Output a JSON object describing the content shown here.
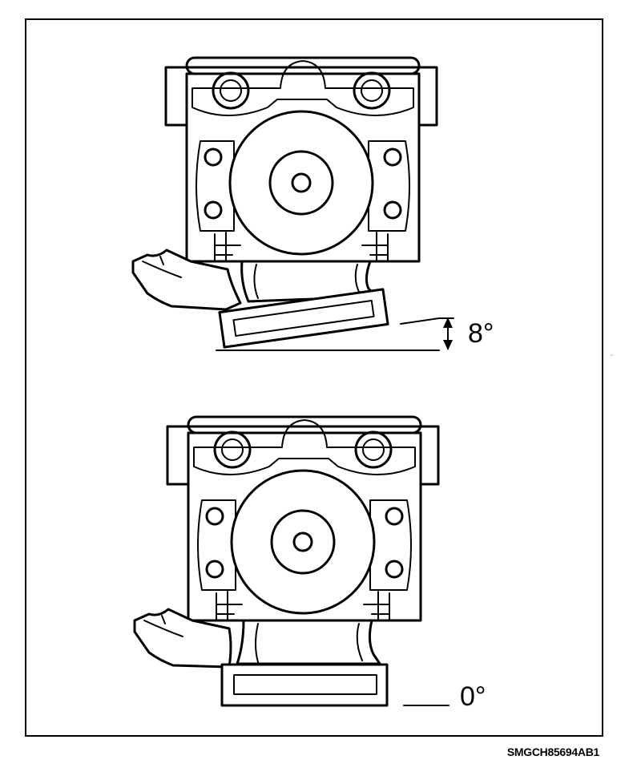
{
  "labels": {
    "tilted_angle": "8°",
    "level_angle": "0°",
    "reference_code": "SMGCH85694AB1"
  },
  "speck": "ˇ",
  "views": [
    {
      "name": "tilted-assembly",
      "angle_deg": 8
    },
    {
      "name": "level-assembly",
      "angle_deg": 0
    }
  ]
}
